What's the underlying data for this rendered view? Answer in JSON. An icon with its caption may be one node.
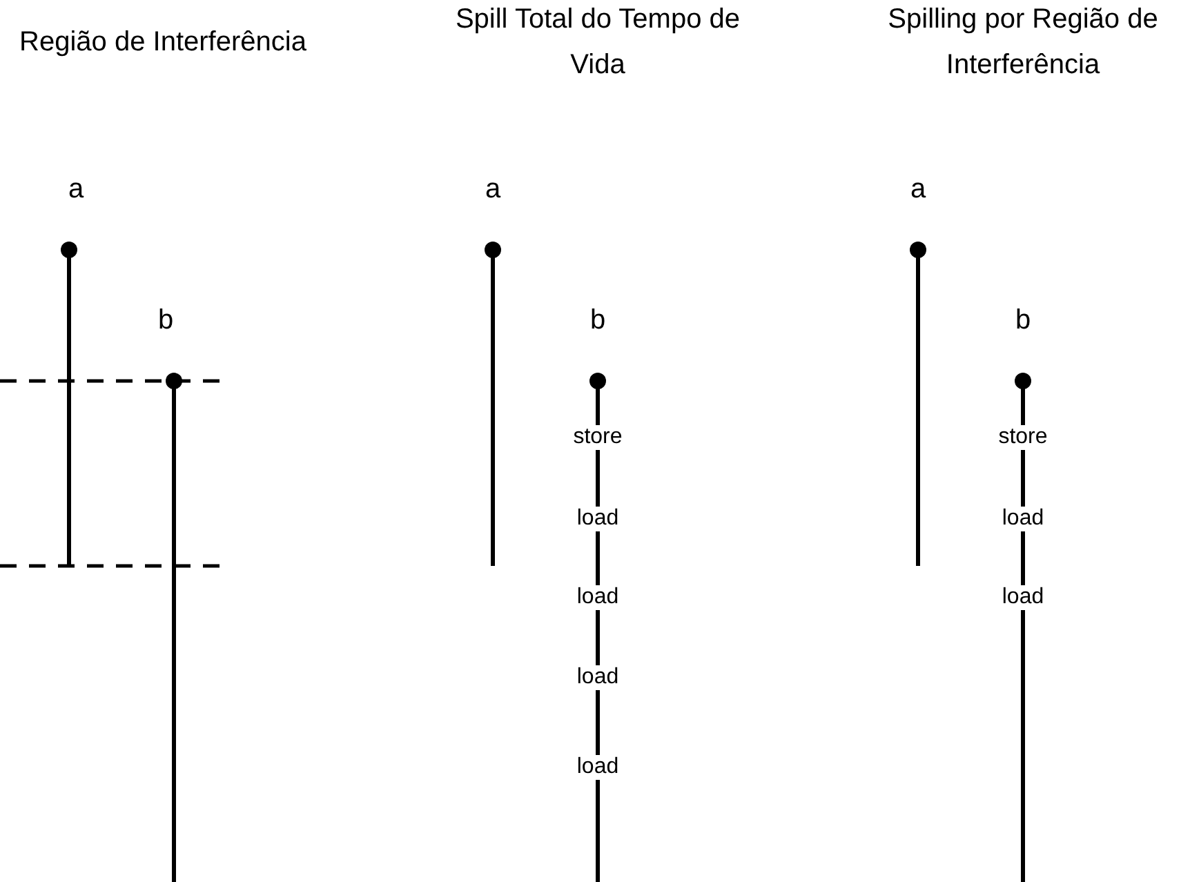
{
  "diagram": {
    "labels": [
      "Região de Interferência",
      "Spill Total do Tempo de Vida",
      "Spilling por Região de Interferência",
      "a",
      "a",
      "a",
      "b",
      "b",
      "b",
      "store",
      "store",
      "load",
      "load",
      "load",
      "load",
      "load",
      "load"
    ]
  }
}
